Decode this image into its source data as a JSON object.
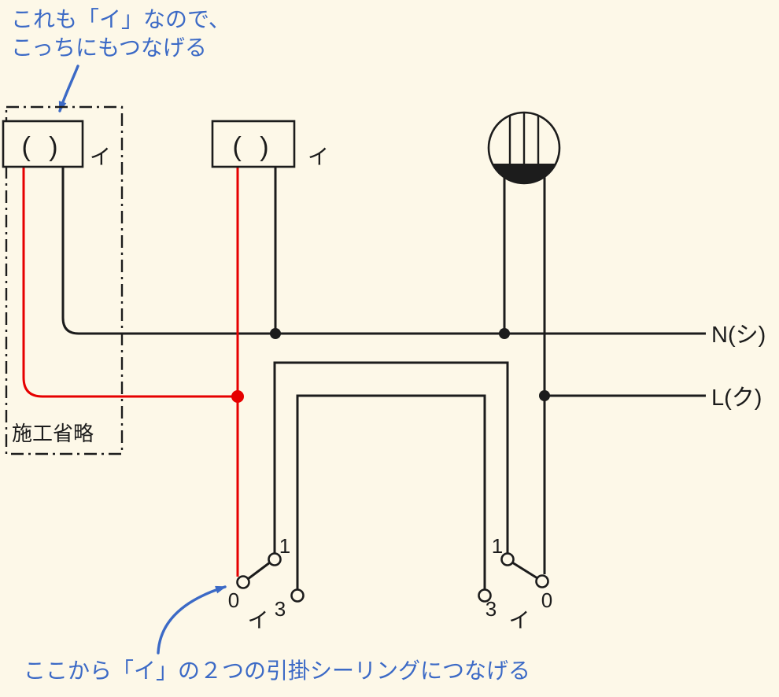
{
  "colors": {
    "bg": "#fdf8e8",
    "ink": "#1c1c1c",
    "red": "#e60000",
    "blue": "#3c6ac6"
  },
  "annotations": {
    "top_line1": "これも「イ」なので、",
    "top_line2": "こっちにもつなげる",
    "bottom": "ここから「イ」の２つの引掛シーリングにつなげる"
  },
  "construction_omitted_label": "施工省略",
  "receptacles": [
    {
      "symbol": "( )",
      "label": "イ"
    },
    {
      "symbol": "( )",
      "label": "イ"
    }
  ],
  "power_lines": {
    "neutral": "N(シ)",
    "line": "L(ク)"
  },
  "switches": {
    "left": {
      "t1": "1",
      "t0": "0",
      "t3": "3",
      "label": "イ"
    },
    "right": {
      "t1": "1",
      "t0": "0",
      "t3": "3",
      "label": "イ"
    }
  }
}
